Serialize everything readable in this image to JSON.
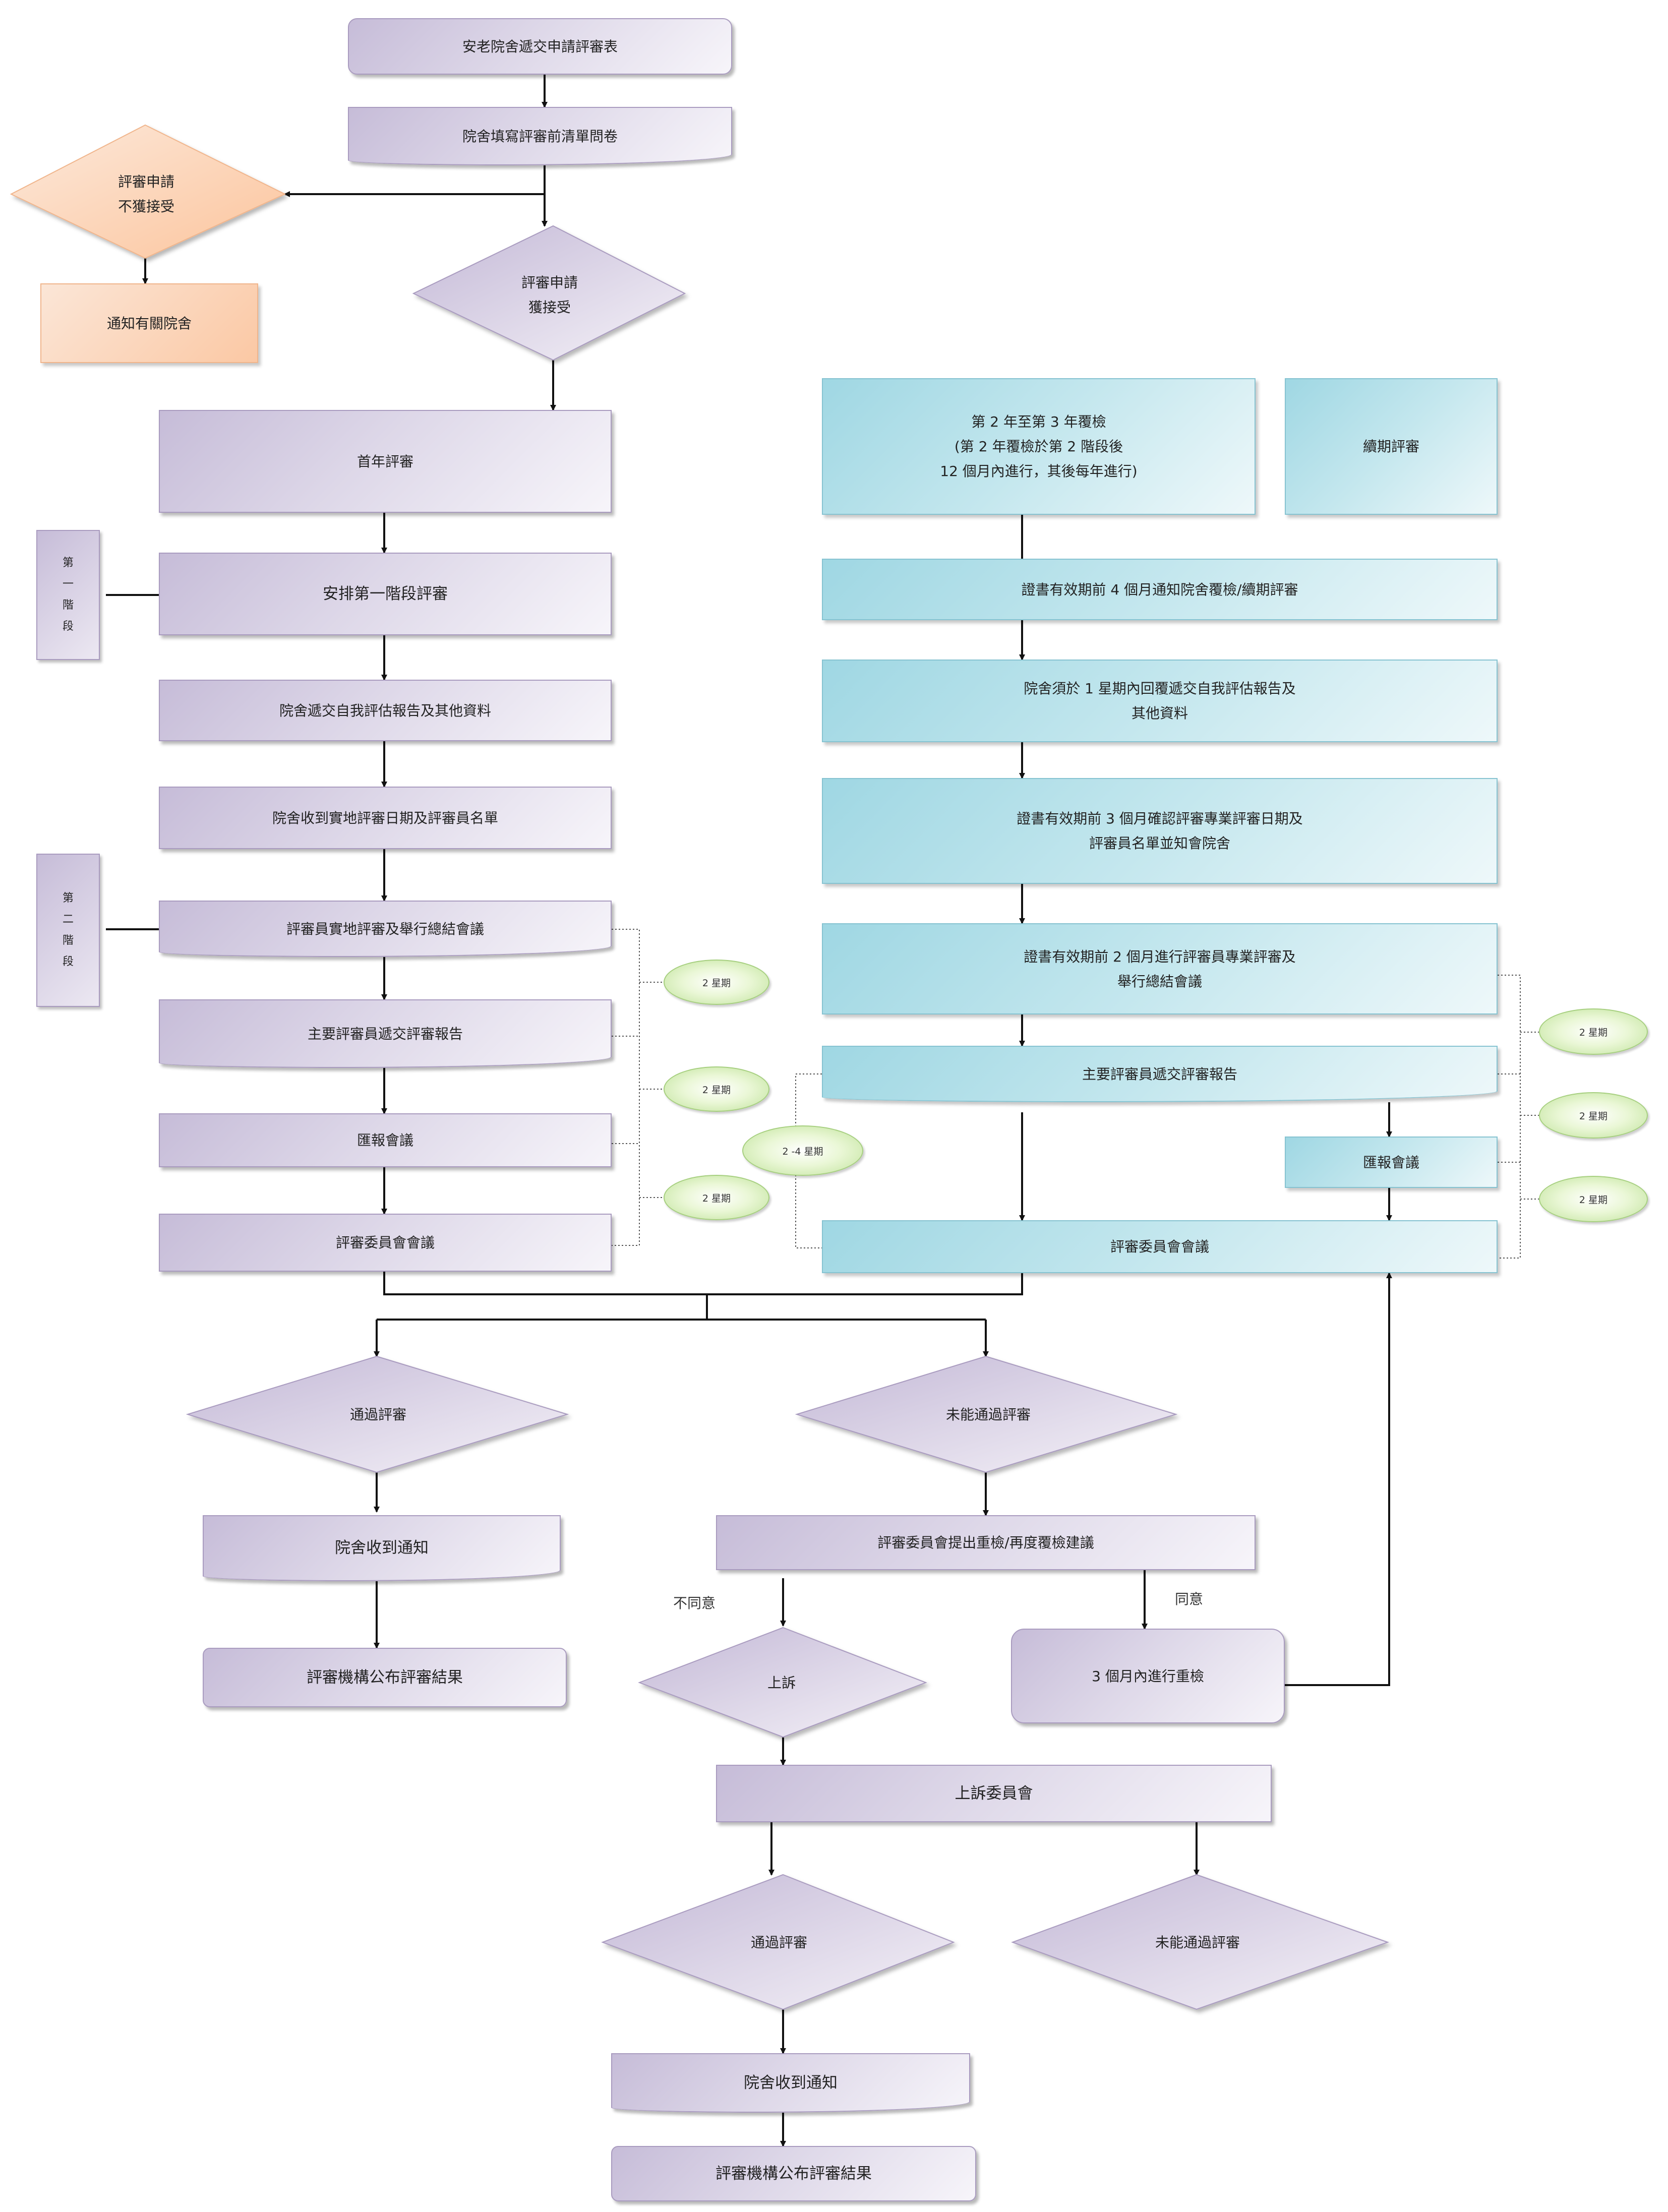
{
  "nodes": {
    "form": "安老院舍遞交申請評審表",
    "questionnaire": "院舍填寫評審前清單問卷",
    "rejected": "評審申請\n不獲接受",
    "notify_homes": "通知有關院舍",
    "accepted": "評審申請\n獲接受",
    "first_year": "首年評審",
    "arrange_stage1": "安排第一階段評審",
    "submit_self_eval": "院舍遞交自我評估報告及其他資料",
    "receive_dates": "院舍收到實地評審日期及評審員名單",
    "site_review": "評審員實地評審及舉行總結會議",
    "main_report": "主要評審員遞交評審報告",
    "report_meeting": "匯報會議",
    "committee_meeting": "評審委員會會議",
    "recheck_years": "第 2 年至第 3 年覆檢\n(第 2 年覆檢於第 2 階段後\n12 個月內進行，其後每年進行)",
    "renewal": "續期評審",
    "notify_4m": "證書有效期前 4 個月通知院舍覆檢/續期評審",
    "reply_1w": "院舍須於 1 星期內回覆遞交自我評估報告及\n其他資料",
    "confirm_3m": "證書有效期前 3 個月確認評審專業評審日期及\n評審員名單並知會院舍",
    "review_2m": "證書有效期前 2 個月進行評審員專業評審及\n舉行總結會議",
    "r_main_report": "主要評審員遞交評審報告",
    "r_report_meeting": "匯報會議",
    "r_committee": "評審委員會會議",
    "pass": "通過評審",
    "fail": "未能通過評審",
    "receive_notice": "院舍收到通知",
    "publish": "評審機構公布評審結果",
    "suggest_recheck": "評審委員會提出重檢/再度覆檢建議",
    "appeal": "上訴",
    "recheck_3m": "3 個月內進行重檢",
    "appeal_committee": "上訴委員會",
    "pass2": "通過評審",
    "fail2": "未能通過評審",
    "receive_notice2": "院舍收到通知",
    "publish2": "評審機構公布評審結果"
  },
  "stages": {
    "stage1": [
      "第",
      "一",
      "階",
      "段"
    ],
    "stage2": [
      "第",
      "二",
      "階",
      "段"
    ]
  },
  "durations": {
    "left_1": "2 星期",
    "left_2": "2 星期",
    "left_3": "2 星期",
    "mid": "2 -4 星期",
    "right_1": "2 星期",
    "right_2": "2 星期",
    "right_3": "2 星期"
  },
  "edge_labels": {
    "disagree": "不同意",
    "agree": "同意"
  }
}
